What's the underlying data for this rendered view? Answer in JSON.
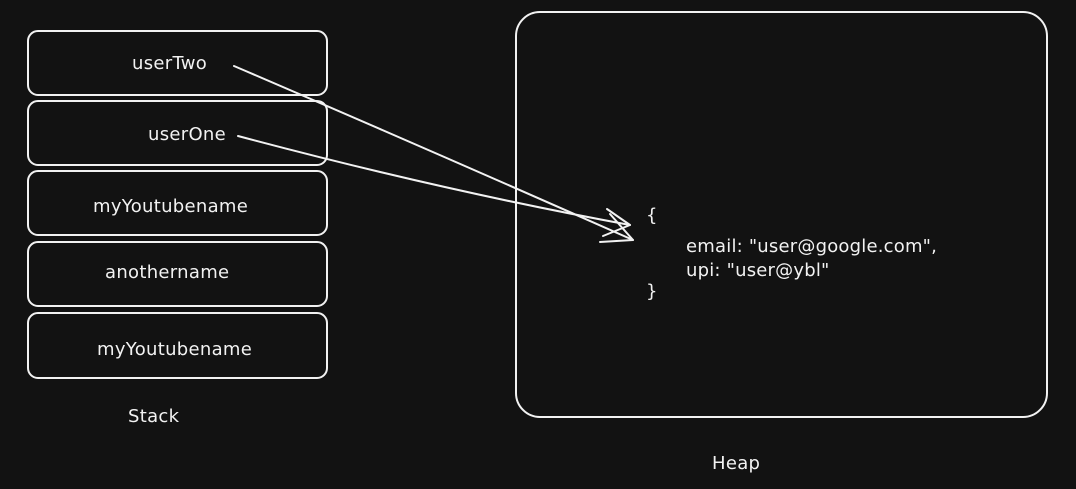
{
  "stack": {
    "label": "Stack",
    "items": [
      {
        "label": "userTwo"
      },
      {
        "label": "userOne"
      },
      {
        "label": "myYoutubename"
      },
      {
        "label": "anothername"
      },
      {
        "label": "myYoutubename"
      }
    ]
  },
  "heap": {
    "label": "Heap",
    "object": {
      "open_brace": "{",
      "line1": "email: \"user@google.com\",",
      "line2": "upi: \"user@ybl\"",
      "close_brace": "}"
    }
  },
  "colors": {
    "background": "#121212",
    "stroke": "#f2f2f2"
  }
}
